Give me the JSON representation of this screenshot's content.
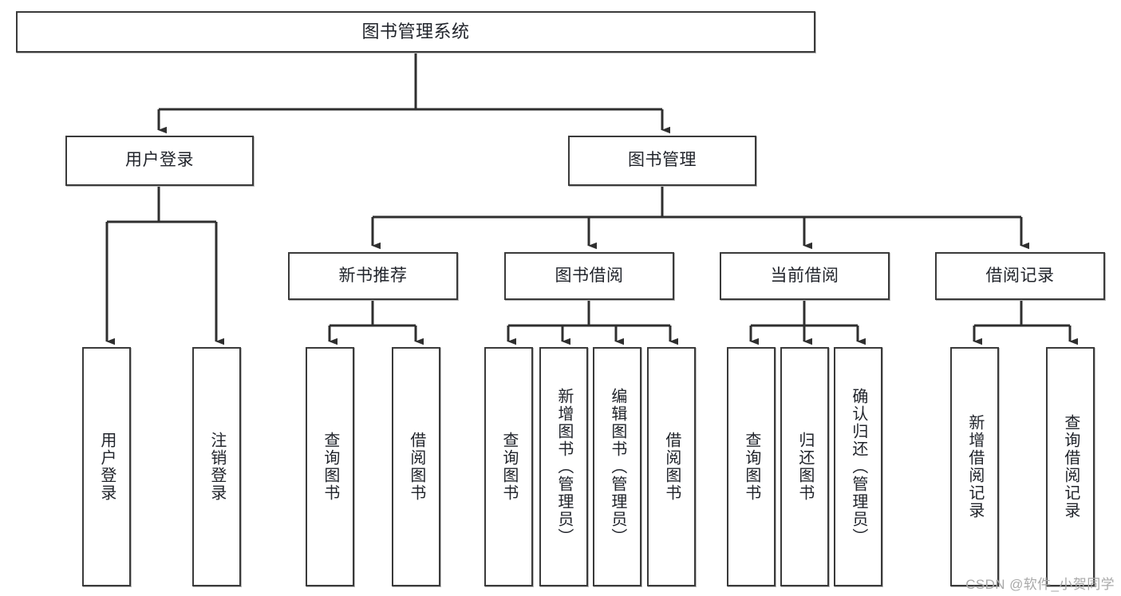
{
  "diagram": {
    "type": "tree",
    "title": "图书管理系统",
    "orientation": "top-down",
    "colors": {
      "node_border": "#3a3a3a",
      "node_fill": "#ffffff",
      "edge": "#2f2f2f",
      "text": "#21242b",
      "watermark": "#a9a9a9",
      "background": "#ffffff"
    },
    "nodes": {
      "root": {
        "label": "图书管理系统"
      },
      "level1": [
        {
          "id": "user-login",
          "label": "用户登录"
        },
        {
          "id": "book-manage",
          "label": "图书管理"
        }
      ],
      "level2": [
        {
          "id": "new-book-recommend",
          "label": "新书推荐"
        },
        {
          "id": "book-borrow",
          "label": "图书借阅"
        },
        {
          "id": "current-borrow",
          "label": "当前借阅"
        },
        {
          "id": "borrow-record",
          "label": "借阅记录"
        }
      ],
      "leaves": {
        "user-login": [
          {
            "id": "leaf-user-login",
            "label": "用户登录"
          },
          {
            "id": "leaf-logout-login",
            "label": "注销登录"
          }
        ],
        "new-book-recommend": [
          {
            "id": "leaf-query-book-1",
            "label": "查询图书"
          },
          {
            "id": "leaf-borrow-book-1",
            "label": "借阅图书"
          }
        ],
        "book-borrow": [
          {
            "id": "leaf-query-book-2",
            "label": "查询图书"
          },
          {
            "id": "leaf-add-book",
            "label": "新增图书（管理员）"
          },
          {
            "id": "leaf-edit-book",
            "label": "编辑图书（管理员）"
          },
          {
            "id": "leaf-borrow-book-2",
            "label": "借阅图书"
          }
        ],
        "current-borrow": [
          {
            "id": "leaf-query-book-3",
            "label": "查询图书"
          },
          {
            "id": "leaf-return-book",
            "label": "归还图书"
          },
          {
            "id": "leaf-confirm-return",
            "label": "确认归还（管理员）"
          }
        ],
        "borrow-record": [
          {
            "id": "leaf-add-record",
            "label": "新增借阅记录"
          },
          {
            "id": "leaf-query-record",
            "label": "查询借阅记录"
          }
        ]
      }
    }
  },
  "watermark": {
    "text": "CSDN @软件_小贺同学"
  }
}
